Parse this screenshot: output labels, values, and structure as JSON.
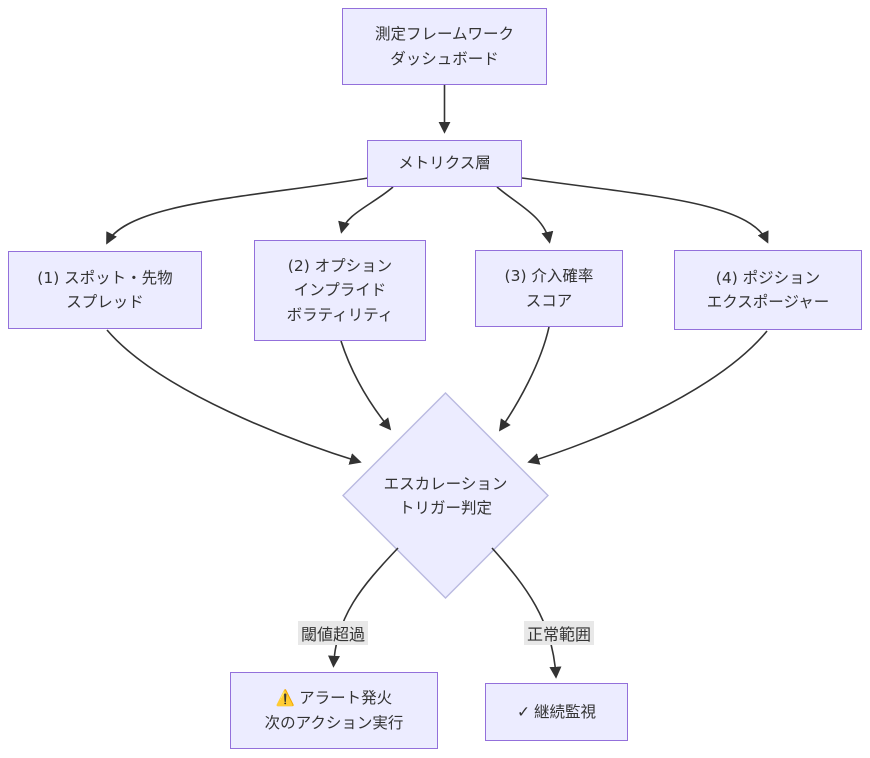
{
  "nodes": {
    "dashboard": {
      "lines": [
        "測定フレームワーク",
        "ダッシュボード"
      ]
    },
    "metrics": {
      "lines": [
        "メトリクス層"
      ]
    },
    "m1": {
      "lines": [
        "(1) スポット・先物",
        "スプレッド"
      ]
    },
    "m2": {
      "lines": [
        "(2) オプション",
        "インプライド",
        "ボラティリティ"
      ]
    },
    "m3": {
      "lines": [
        "(3) 介入確率",
        "スコア"
      ]
    },
    "m4": {
      "lines": [
        "(4) ポジション",
        "エクスポージャー"
      ]
    },
    "decision": {
      "lines": [
        "エスカレーション",
        "トリガー判定"
      ]
    },
    "alert": {
      "icon": "⚠️",
      "lines": [
        "アラート発火",
        "次のアクション実行"
      ]
    },
    "monitor": {
      "icon": "✓",
      "lines": [
        "継続監視"
      ]
    }
  },
  "edge_labels": {
    "exceed": "閾値超過",
    "normal": "正常範囲"
  },
  "colors": {
    "bg": "#ffffff",
    "node_fill": "#ECECFF",
    "node_border": "#9370DB",
    "diamond_border": "#b9b9e0",
    "edge": "#333333",
    "label_bg": "#e8e8e8",
    "text": "#333333"
  }
}
